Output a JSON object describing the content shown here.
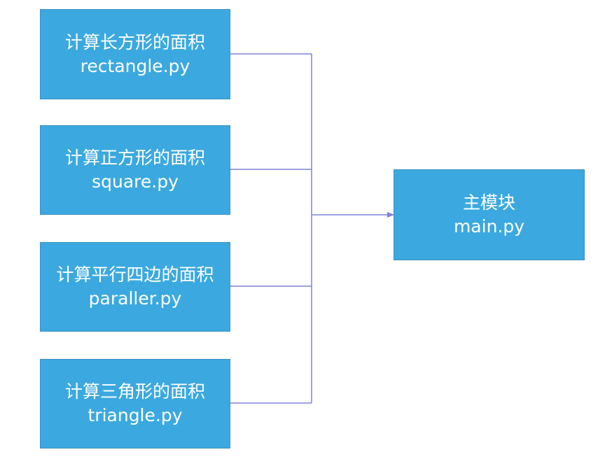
{
  "colors": {
    "box_fill": "#3ba9df",
    "box_border": "#3a8fc4",
    "text": "#ffffff",
    "connector": "#7f82d6"
  },
  "modules": [
    {
      "title": "计算长方形的面积",
      "file": "rectangle.py"
    },
    {
      "title": "计算正方形的面积",
      "file": "square.py"
    },
    {
      "title": "计算平行四边的面积",
      "file": "paraller.py"
    },
    {
      "title": "计算三角形的面积",
      "file": "triangle.py"
    }
  ],
  "main_module": {
    "title": "主模块",
    "file": "main.py"
  }
}
